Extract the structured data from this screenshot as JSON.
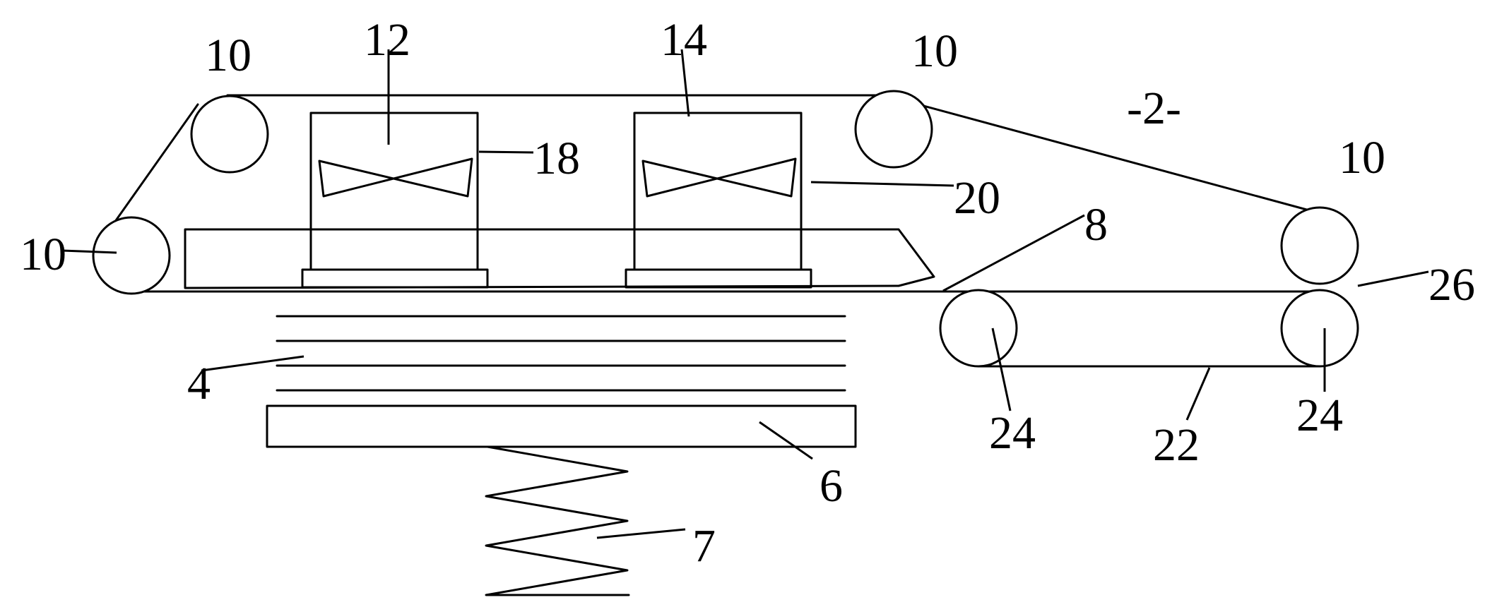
{
  "labels": {
    "system": "-2-",
    "rollers": "10",
    "stack": "4",
    "plate": "6",
    "spring": "7",
    "separation_point": "8",
    "unit_a": "12",
    "unit_b": "14",
    "housing_a": "18",
    "housing_b": "20",
    "lower_belt": "22",
    "lower_rollers": "24",
    "nip": "26"
  }
}
